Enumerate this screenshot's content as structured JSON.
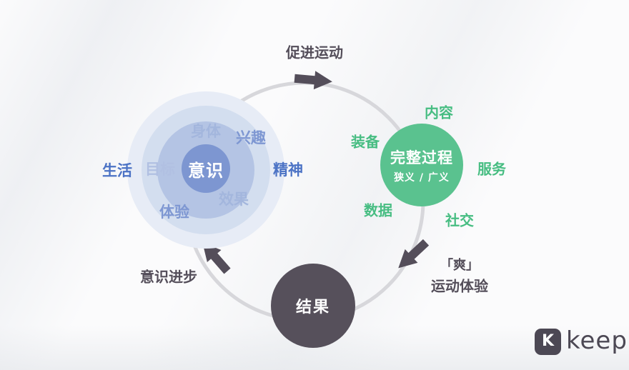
{
  "palette": {
    "background": "#fbfbfc",
    "cycle_ring_gray": "#d7d7db",
    "dark_accent": "#56505b",
    "blue_core": "#7d96d1",
    "blue_mid_ring": "#b4c4e4",
    "blue_light_ring": "#d3deef",
    "blue_faint_ring": "#e7ecf6",
    "blue_text_strong": "#4c73c5",
    "blue_text_medium": "#7e97d2",
    "blue_text_light": "#a3b6dd",
    "green_circle": "#5ac28f",
    "green_text": "#47bd82",
    "logo_color": "#4c4854"
  },
  "flow_labels": {
    "top": "促进运动",
    "bottom_left": "意识进步",
    "right_line1": "「爽」",
    "right_line2": "运动体验"
  },
  "nodes": {
    "awareness": {
      "label": "意识",
      "satellites": [
        "身体",
        "兴趣",
        "精神",
        "效果",
        "体验",
        "目标",
        "生活"
      ]
    },
    "process": {
      "label": "完整过程",
      "sublabel": "狭义 / 广义",
      "satellites": [
        "内容",
        "装备",
        "服务",
        "数据",
        "社交"
      ]
    },
    "result": {
      "label": "结果"
    }
  },
  "logo": {
    "monogram": "K",
    "brand": "keep"
  }
}
